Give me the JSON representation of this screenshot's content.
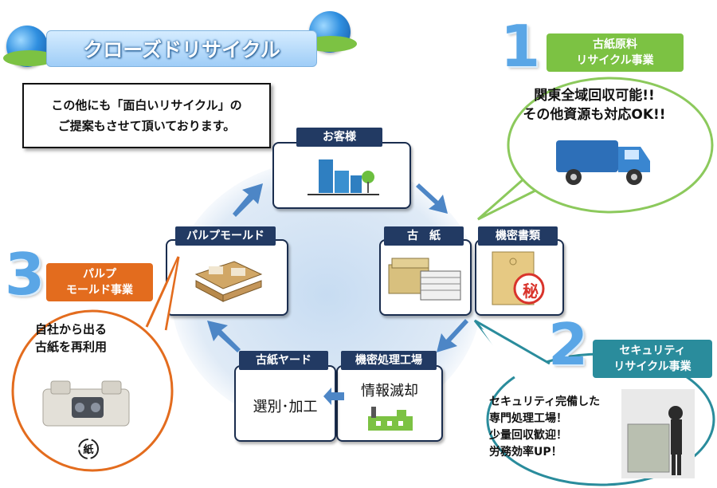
{
  "title": "クローズドリサイクル",
  "note": {
    "line1": "この他にも「面白いリサイクル」の",
    "line2": "ご提案もさせて頂いております。"
  },
  "cycle": {
    "customer": "お客様",
    "wastepaper": "古　紙",
    "confidential_docs": "機密書類",
    "confidential_seal": "秘",
    "processing_plant": "機密処理工場",
    "processing_text": "情報滅却",
    "paper_yard": "古紙ヤード",
    "paper_yard_text": "選別･加工",
    "pulp_mould": "パルプモールド"
  },
  "business1": {
    "number": "1",
    "label_line1": "古紙原料",
    "label_line2": "リサイクル事業",
    "text_line1": "関東全域回収可能!!",
    "text_line2": "その他資源も対応OK!!"
  },
  "business2": {
    "number": "2",
    "label_line1": "セキュリティ",
    "label_line2": "リサイクル事業",
    "text_line1": "セキュリティ完備した",
    "text_line2": "専門処理工場！",
    "text_line3": "少量回収歓迎！",
    "text_line4": "労務効率UP！"
  },
  "business3": {
    "number": "3",
    "label_line1": "パルプ",
    "label_line2": "モールド事業",
    "text_line1": "自社から出る",
    "text_line2": "古紙を再利用",
    "mark": "紙"
  },
  "colors": {
    "navy": "#223a63",
    "green": "#7cc243",
    "teal": "#2a8c9c",
    "orange": "#e36c1e",
    "arrow_blue": "#4d86c6"
  }
}
